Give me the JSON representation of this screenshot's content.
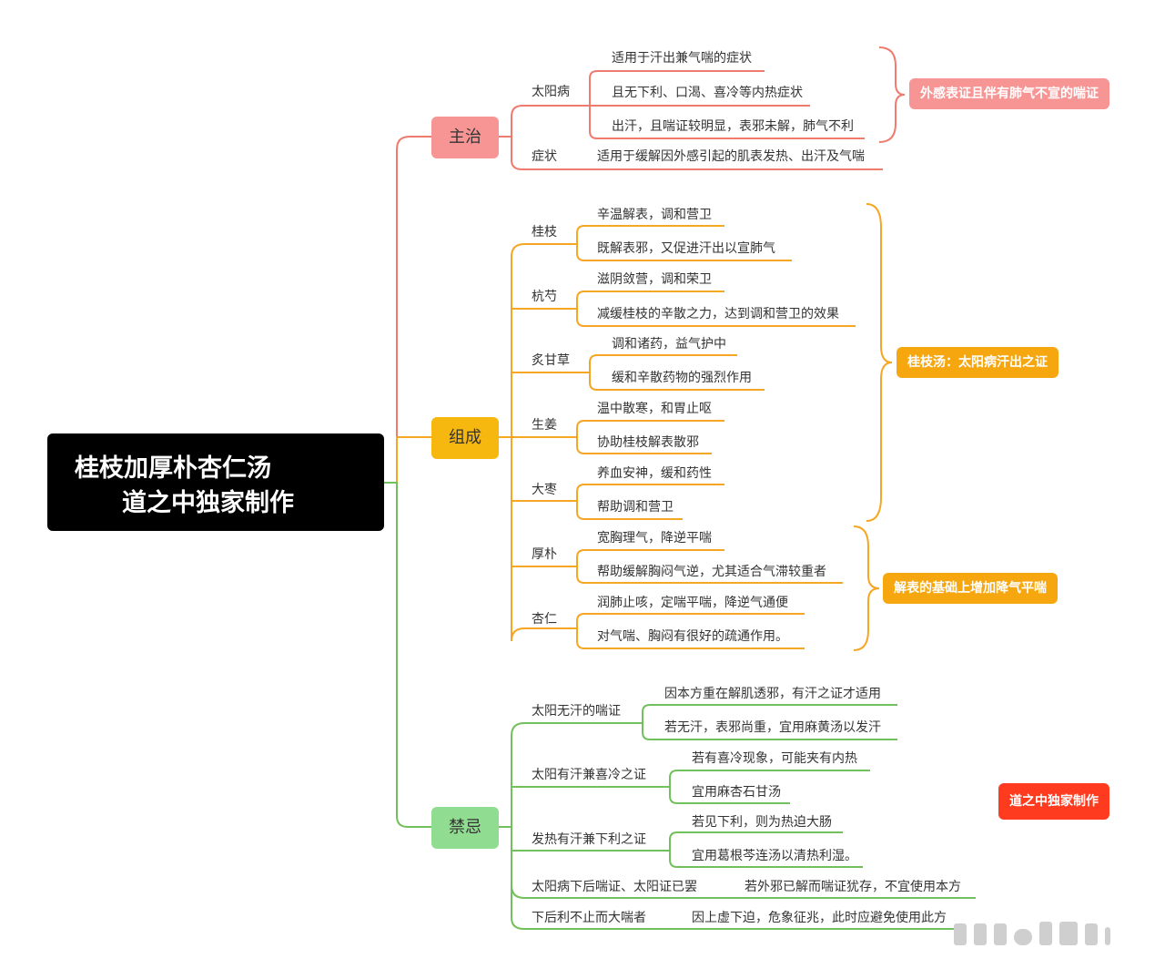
{
  "root": {
    "line1": "桂枝加厚朴杏仁汤",
    "line2": "道之中独家制作"
  },
  "branches": {
    "zhuzhi": {
      "label": "主治",
      "color": "#f08c8c",
      "groups": [
        {
          "label": "太阳病",
          "items": [
            "适用于汗出兼气喘的症状",
            "且无下利、口渴、喜冷等内热症状",
            "出汗，且喘证较明显，表邪未解，肺气不利"
          ]
        },
        {
          "label": "症状",
          "items": [
            "适用于缓解因外感引起的肌表发热、出汗及气喘"
          ]
        }
      ],
      "summary": "外感表证且伴有肺气不宣的喘证"
    },
    "zucheng": {
      "label": "组成",
      "color": "#f5b800",
      "groups": [
        {
          "label": "桂枝",
          "items": [
            "辛温解表，调和营卫",
            "既解表邪，又促进汗出以宣肺气"
          ]
        },
        {
          "label": "杭芍",
          "items": [
            "滋阴敛营，调和荣卫",
            "减缓桂枝的辛散之力，达到调和营卫的效果"
          ]
        },
        {
          "label": "炙甘草",
          "items": [
            "调和诸药，益气护中",
            "缓和辛散药物的强烈作用"
          ]
        },
        {
          "label": "生姜",
          "items": [
            "温中散寒，和胃止呕",
            "协助桂枝解表散邪"
          ]
        },
        {
          "label": "大枣",
          "items": [
            "养血安神，缓和药性",
            "帮助调和营卫"
          ]
        },
        {
          "label": "厚朴",
          "items": [
            "宽胸理气，降逆平喘",
            "帮助缓解胸闷气逆，尤其适合气滞较重者"
          ]
        },
        {
          "label": "杏仁",
          "items": [
            "润肺止咳，定喘平喘，降逆气通便",
            "对气喘、胸闷有很好的疏通作用。"
          ]
        }
      ],
      "summary1": "桂枝汤：太阳病汗出之证",
      "summary2": "解表的基础上增加降气平喘"
    },
    "jinji": {
      "label": "禁忌",
      "color": "#8ed88e",
      "groups": [
        {
          "label": "太阳无汗的喘证",
          "items": [
            "因本方重在解肌透邪，有汗之证才适用",
            "若无汗，表邪尚重，宜用麻黄汤以发汗"
          ]
        },
        {
          "label": "太阳有汗兼喜冷之证",
          "items": [
            "若有喜冷现象，可能夹有内热",
            "宜用麻杏石甘汤"
          ]
        },
        {
          "label": "发热有汗兼下利之证",
          "items": [
            "若见下利，则为热迫大肠",
            "宜用葛根芩连汤以清热利湿。"
          ]
        },
        {
          "label": "太阳病下后喘证、太阳证已罢",
          "items": [
            "若外邪已解而喘证犹存，不宜使用本方"
          ]
        },
        {
          "label": "下后利不止而大喘者",
          "items": [
            "因上虚下迫，危象征兆，此时应避免使用此方"
          ]
        }
      ]
    }
  },
  "tags": {
    "credit": "道之中独家制作",
    "credit_color": "#ff3b1f"
  },
  "colors": {
    "red_line": "#ef7b6f",
    "orange_line": "#f5a623",
    "green_line": "#72c05b",
    "red_tag": "#f79595",
    "orange_tag": "#f6a70f"
  }
}
